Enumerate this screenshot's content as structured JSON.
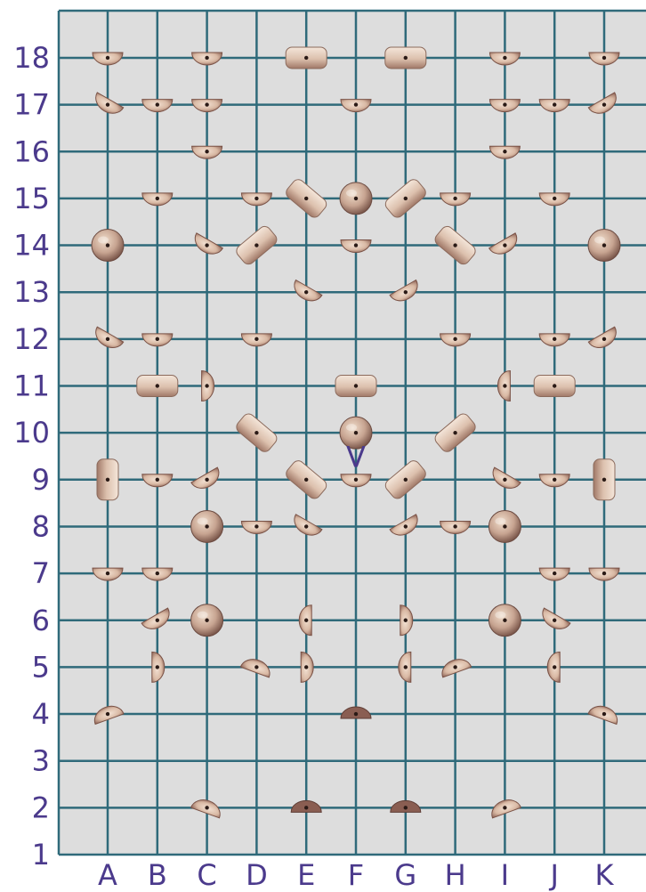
{
  "board": {
    "columns": [
      "A",
      "B",
      "C",
      "D",
      "E",
      "F",
      "G",
      "H",
      "I",
      "J",
      "K"
    ],
    "rows": [
      "1",
      "2",
      "3",
      "4",
      "5",
      "6",
      "7",
      "8",
      "9",
      "10",
      "11",
      "12",
      "13",
      "14",
      "15",
      "16",
      "17",
      "18"
    ],
    "colors": {
      "background": "#dddddd",
      "grid": "#2f6a7a",
      "label": "#4b3a8c",
      "hold_light": "#ebd4c2",
      "hold_dark": "#7a4a40"
    }
  },
  "start_marker": {
    "text": "V",
    "col": "F",
    "row": 9.5
  },
  "holds": [
    {
      "col": "A",
      "row": 18,
      "shape": "half-down",
      "angle": 0
    },
    {
      "col": "C",
      "row": 18,
      "shape": "half-down",
      "angle": 0
    },
    {
      "col": "E",
      "row": 18,
      "shape": "block",
      "angle": 0
    },
    {
      "col": "G",
      "row": 18,
      "shape": "block",
      "angle": 0
    },
    {
      "col": "I",
      "row": 18,
      "shape": "half-down",
      "angle": 0
    },
    {
      "col": "K",
      "row": 18,
      "shape": "half-down",
      "angle": 0
    },
    {
      "col": "A",
      "row": 17,
      "shape": "half-down",
      "angle": 30
    },
    {
      "col": "B",
      "row": 17,
      "shape": "half-down",
      "angle": 0
    },
    {
      "col": "C",
      "row": 17,
      "shape": "half-down",
      "angle": 0
    },
    {
      "col": "F",
      "row": 17,
      "shape": "half-down",
      "angle": 0
    },
    {
      "col": "I",
      "row": 17,
      "shape": "half-down",
      "angle": 0
    },
    {
      "col": "J",
      "row": 17,
      "shape": "half-down",
      "angle": 0
    },
    {
      "col": "K",
      "row": 17,
      "shape": "half-down",
      "angle": -30
    },
    {
      "col": "C",
      "row": 16,
      "shape": "half-down",
      "angle": 0
    },
    {
      "col": "I",
      "row": 16,
      "shape": "half-down",
      "angle": 0
    },
    {
      "col": "B",
      "row": 15,
      "shape": "half-down",
      "angle": 0
    },
    {
      "col": "D",
      "row": 15,
      "shape": "half-down",
      "angle": 0
    },
    {
      "col": "E",
      "row": 15,
      "shape": "block",
      "angle": 40
    },
    {
      "col": "F",
      "row": 15,
      "shape": "round",
      "angle": 0
    },
    {
      "col": "G",
      "row": 15,
      "shape": "block",
      "angle": -40
    },
    {
      "col": "H",
      "row": 15,
      "shape": "half-down",
      "angle": 0
    },
    {
      "col": "J",
      "row": 15,
      "shape": "half-down",
      "angle": 0
    },
    {
      "col": "A",
      "row": 14,
      "shape": "round",
      "angle": 0
    },
    {
      "col": "C",
      "row": 14,
      "shape": "half-down",
      "angle": 30
    },
    {
      "col": "D",
      "row": 14,
      "shape": "block",
      "angle": -40
    },
    {
      "col": "F",
      "row": 14,
      "shape": "half-down",
      "angle": 0
    },
    {
      "col": "H",
      "row": 14,
      "shape": "block",
      "angle": 40
    },
    {
      "col": "I",
      "row": 14,
      "shape": "half-down",
      "angle": -30
    },
    {
      "col": "K",
      "row": 14,
      "shape": "round",
      "angle": 0
    },
    {
      "col": "E",
      "row": 13,
      "shape": "half-down",
      "angle": 30
    },
    {
      "col": "G",
      "row": 13,
      "shape": "half-down",
      "angle": -30
    },
    {
      "col": "A",
      "row": 12,
      "shape": "half-down",
      "angle": 30
    },
    {
      "col": "B",
      "row": 12,
      "shape": "half-down",
      "angle": 0
    },
    {
      "col": "D",
      "row": 12,
      "shape": "half-down",
      "angle": 0
    },
    {
      "col": "H",
      "row": 12,
      "shape": "half-down",
      "angle": 0
    },
    {
      "col": "J",
      "row": 12,
      "shape": "half-down",
      "angle": 0
    },
    {
      "col": "K",
      "row": 12,
      "shape": "half-down",
      "angle": -30
    },
    {
      "col": "B",
      "row": 11,
      "shape": "block",
      "angle": 0
    },
    {
      "col": "C",
      "row": 11,
      "shape": "half-down",
      "angle": -90
    },
    {
      "col": "F",
      "row": 11,
      "shape": "block",
      "angle": 0
    },
    {
      "col": "I",
      "row": 11,
      "shape": "half-down",
      "angle": 90
    },
    {
      "col": "J",
      "row": 11,
      "shape": "block",
      "angle": 0
    },
    {
      "col": "D",
      "row": 10,
      "shape": "block",
      "angle": 40
    },
    {
      "col": "F",
      "row": 10,
      "shape": "round",
      "angle": 0
    },
    {
      "col": "H",
      "row": 10,
      "shape": "block",
      "angle": -40
    },
    {
      "col": "A",
      "row": 9,
      "shape": "block",
      "angle": 90
    },
    {
      "col": "B",
      "row": 9,
      "shape": "half-down",
      "angle": 0
    },
    {
      "col": "C",
      "row": 9,
      "shape": "half-down",
      "angle": -30
    },
    {
      "col": "E",
      "row": 9,
      "shape": "block",
      "angle": 40
    },
    {
      "col": "F",
      "row": 9,
      "shape": "half-down",
      "angle": 0
    },
    {
      "col": "G",
      "row": 9,
      "shape": "block",
      "angle": -40
    },
    {
      "col": "I",
      "row": 9,
      "shape": "half-down",
      "angle": 30
    },
    {
      "col": "J",
      "row": 9,
      "shape": "half-down",
      "angle": 0
    },
    {
      "col": "K",
      "row": 9,
      "shape": "block",
      "angle": 90
    },
    {
      "col": "C",
      "row": 8,
      "shape": "round",
      "angle": 0
    },
    {
      "col": "D",
      "row": 8,
      "shape": "half-down",
      "angle": 0
    },
    {
      "col": "E",
      "row": 8,
      "shape": "half-down",
      "angle": 30
    },
    {
      "col": "G",
      "row": 8,
      "shape": "half-down",
      "angle": -30
    },
    {
      "col": "H",
      "row": 8,
      "shape": "half-down",
      "angle": 0
    },
    {
      "col": "I",
      "row": 8,
      "shape": "round",
      "angle": 0
    },
    {
      "col": "A",
      "row": 7,
      "shape": "half-down",
      "angle": 0
    },
    {
      "col": "B",
      "row": 7,
      "shape": "half-down",
      "angle": 0
    },
    {
      "col": "J",
      "row": 7,
      "shape": "half-down",
      "angle": 0
    },
    {
      "col": "K",
      "row": 7,
      "shape": "half-down",
      "angle": 0
    },
    {
      "col": "B",
      "row": 6,
      "shape": "half-down",
      "angle": -30
    },
    {
      "col": "C",
      "row": 6,
      "shape": "round",
      "angle": 0
    },
    {
      "col": "E",
      "row": 6,
      "shape": "half-down",
      "angle": 90
    },
    {
      "col": "G",
      "row": 6,
      "shape": "half-down",
      "angle": -90
    },
    {
      "col": "I",
      "row": 6,
      "shape": "round",
      "angle": 0
    },
    {
      "col": "J",
      "row": 6,
      "shape": "half-down",
      "angle": 30
    },
    {
      "col": "B",
      "row": 5,
      "shape": "half-down",
      "angle": -90
    },
    {
      "col": "D",
      "row": 5,
      "shape": "half-down",
      "angle": 200
    },
    {
      "col": "E",
      "row": 5,
      "shape": "half-down",
      "angle": -90
    },
    {
      "col": "G",
      "row": 5,
      "shape": "half-down",
      "angle": 90
    },
    {
      "col": "H",
      "row": 5,
      "shape": "half-down",
      "angle": 160
    },
    {
      "col": "J",
      "row": 5,
      "shape": "half-down",
      "angle": 90
    },
    {
      "col": "A",
      "row": 4,
      "shape": "half-down",
      "angle": 160
    },
    {
      "col": "F",
      "row": 4,
      "shape": "half-up",
      "angle": 0
    },
    {
      "col": "K",
      "row": 4,
      "shape": "half-down",
      "angle": 200
    },
    {
      "col": "C",
      "row": 2,
      "shape": "half-down",
      "angle": 200
    },
    {
      "col": "E",
      "row": 2,
      "shape": "half-up",
      "angle": 0
    },
    {
      "col": "G",
      "row": 2,
      "shape": "half-up",
      "angle": 0
    },
    {
      "col": "I",
      "row": 2,
      "shape": "half-down",
      "angle": 160
    }
  ]
}
